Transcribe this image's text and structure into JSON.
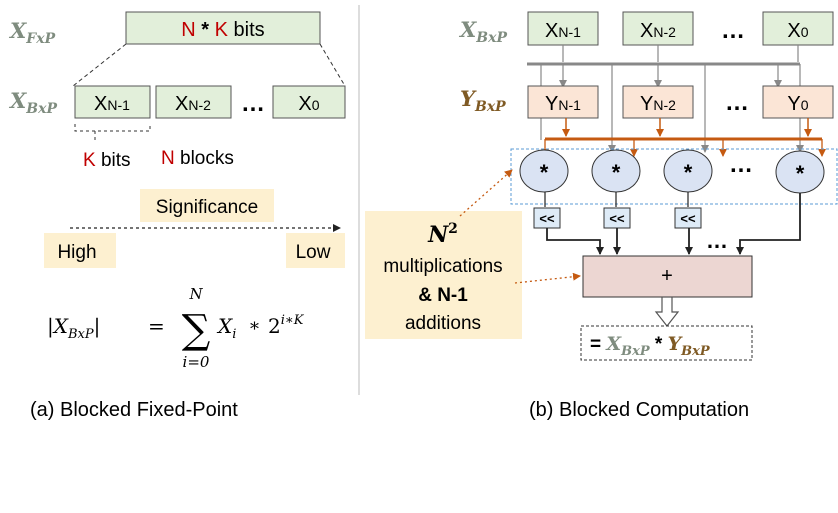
{
  "left_panel": {
    "fxp_label_main": "X",
    "fxp_label_sub": "FxP",
    "bxp_label_main": "X",
    "bxp_label_sub": "BxP",
    "fxp_box": {
      "n": "N",
      "star": " * ",
      "k": "K",
      "bits": " bits"
    },
    "blocks": [
      {
        "main": "X",
        "sub": "N-1"
      },
      {
        "main": "X",
        "sub": "N-2"
      },
      {
        "main": "X",
        "sub": "0"
      }
    ],
    "blocks_ellipsis": "…",
    "k_bits": {
      "k": "K",
      "text": " bits"
    },
    "n_blocks": {
      "n": "N",
      "text": " blocks"
    },
    "significance": "Significance",
    "high": "High",
    "low": "Low",
    "formula": {
      "lhs_open": "|",
      "lhs_var": "X",
      "lhs_sub": "BxP",
      "lhs_close": "|",
      "equals": "=",
      "sum_top": "N",
      "sum_symbol": "∑",
      "sum_bottom": "i=0",
      "term_var": "X",
      "term_sub": "i",
      "times": "*",
      "base": "2",
      "exponent": "i∗K"
    },
    "caption": "(a) Blocked Fixed-Point"
  },
  "right_panel": {
    "x_label_main": "X",
    "x_label_sub": "BxP",
    "y_label_main": "Y",
    "y_label_sub": "BxP",
    "x_blocks": [
      {
        "main": "X",
        "sub": "N-1"
      },
      {
        "main": "X",
        "sub": "N-2"
      },
      {
        "main": "X",
        "sub": "0"
      }
    ],
    "y_blocks": [
      {
        "main": "Y",
        "sub": "N-1"
      },
      {
        "main": "Y",
        "sub": "N-2"
      },
      {
        "main": "Y",
        "sub": "0"
      }
    ],
    "ellipsis": "…",
    "multiplier_symbol": "*",
    "shift_symbol": "<<",
    "adder_symbol": "+",
    "result": {
      "prefix": "= ",
      "x_main": "X",
      "x_sub": "BxP",
      "times": " * ",
      "y_main": "Y",
      "y_sub": "BxP"
    },
    "note": {
      "n_main": "N",
      "n_sup": "2",
      "line1": "multiplications",
      "line2": "& N-1",
      "line3": "additions"
    },
    "caption": "(b) Blocked Computation"
  },
  "colors": {
    "x_block_fill": "#e2efda",
    "y_block_fill": "#fbe5d6",
    "multiplier_fill": "#dae3f3",
    "shift_fill": "#deebf7",
    "adder_fill": "#ecd6d2",
    "highlight_fill": "#fdf0d0",
    "red_text": "#c00000",
    "x_label": "#7f8c7f",
    "y_label": "#7f5a24",
    "orange_line": "#c55a11",
    "gray_line": "#888888",
    "dashed_blue": "#5b9bd5"
  }
}
